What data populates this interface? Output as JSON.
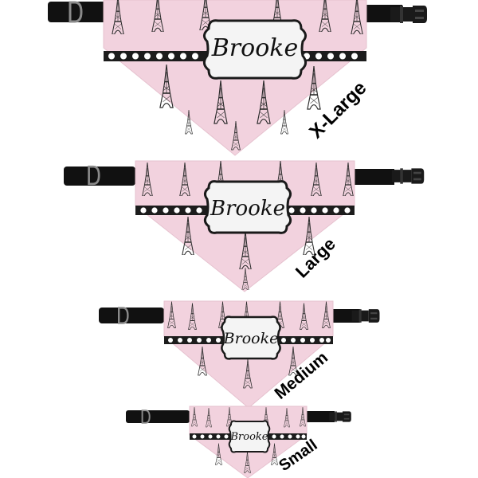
{
  "product": {
    "name_text": "Brooke",
    "colors": {
      "fabric": "#f2d2de",
      "fabric_edge": "#e6c2cf",
      "tower": "#2d2d2d",
      "dot_band": "#1c1c1c",
      "dot": "#ffffff",
      "strap": "#111111",
      "buckle": "#1a1a1a",
      "ring": "#8a8a8a",
      "plate": "#f4f4f4"
    },
    "icons": [
      "eiffel-tower-icon",
      "buckle-icon",
      "d-ring-icon"
    ]
  },
  "bandanas": [
    {
      "size": "X-Large"
    },
    {
      "size": "Large"
    },
    {
      "size": "Medium"
    },
    {
      "size": "Small"
    }
  ]
}
